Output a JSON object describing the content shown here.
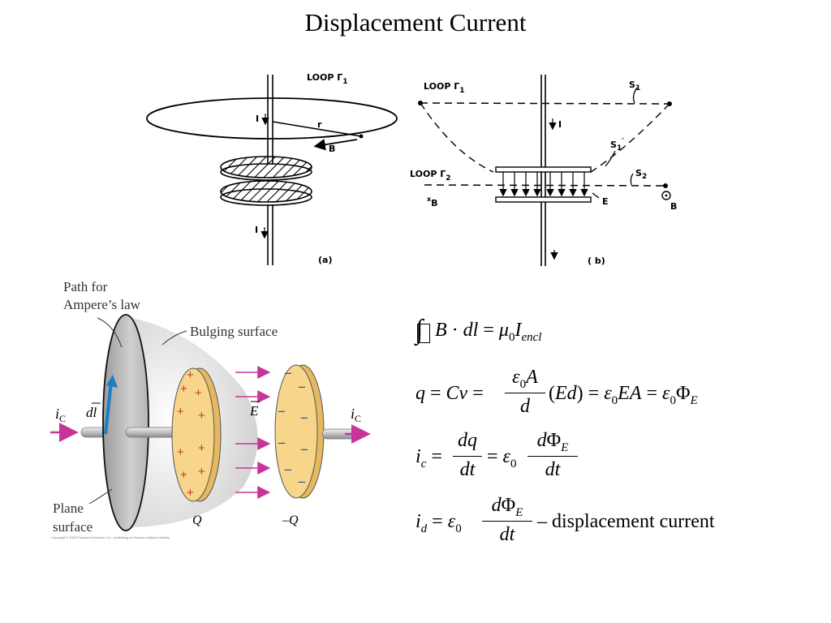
{
  "title": "Displacement Current",
  "fig_a": {
    "loop_label": "LOOP Γ",
    "loop_sub": "1",
    "current_top": "I",
    "radius": "r",
    "field": "B",
    "current_bottom": "I",
    "caption": "(a)"
  },
  "fig_b": {
    "loop1_label": "LOOP Γ",
    "loop1_sub": "1",
    "loop2_label": "LOOP Γ",
    "loop2_sub": "2",
    "current": "I",
    "s1": "S",
    "s1_sub": "1",
    "s1p": "S",
    "s1p_sub": "1",
    "s1p_prime": "′",
    "s2": "S",
    "s2_sub": "2",
    "field_left": "B",
    "field_right": "B",
    "efield": "E",
    "caption": "( b)"
  },
  "fig_c": {
    "path_label_1": "Path for",
    "path_label_2": "Ampere’s law",
    "bulging": "Bulging surface",
    "plane_1": "Plane",
    "plane_2": "surface",
    "ic_left": "i",
    "ic_left_sub": "C",
    "ic_right": "i",
    "ic_right_sub": "C",
    "dl": "dl",
    "efield": "E",
    "q_pos": "Q",
    "q_neg": "–Q",
    "plus_sign": "+",
    "minus_sign": "−",
    "copyright": "Copyright © 2004 Pearson Education, Inc., publishing as Pearson Addison Wesley."
  },
  "equations": {
    "eq1": "∮ B · dl = μ₀ I_encl",
    "eq2": "q = Cv = (ε₀A / d)(Ed) = ε₀EA = ε₀Φ_E",
    "eq3": "i_c = dq/dt = ε₀ dΦ_E/dt",
    "eq4": "i_d = ε₀ dΦ_E/dt – displacement current",
    "displacement_text": "displacement current"
  },
  "colors": {
    "arrow_magenta": "#c8359a",
    "plate_yellow": "#f7d58a",
    "plate_edge": "#e6b860",
    "plus_red": "#c0392b",
    "minus_blue": "#1f5fa8",
    "dl_arrow": "#1a7fc4"
  }
}
